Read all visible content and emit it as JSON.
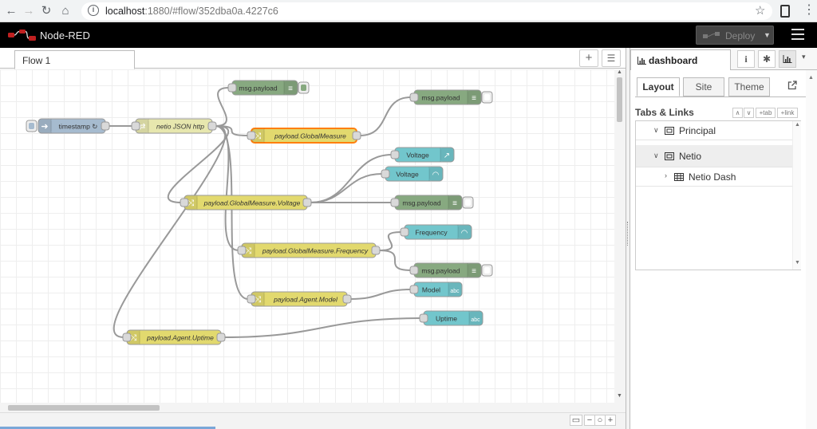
{
  "browser": {
    "url_host": "localhost",
    "url_rest": ":1880/#flow/352dba0a.4227c6"
  },
  "header": {
    "title": "Node-RED",
    "deploy_label": "Deploy"
  },
  "workspace": {
    "tab_label": "Flow 1"
  },
  "flow": {
    "nodes": [
      {
        "id": "ts",
        "label": "timestamp ↻",
        "type": "inject"
      },
      {
        "id": "http",
        "label": "netio JSON http",
        "type": "http request"
      },
      {
        "id": "dbg1",
        "label": "msg.payload",
        "type": "debug"
      },
      {
        "id": "cGM",
        "label": "payload.GlobalMeasure",
        "type": "change"
      },
      {
        "id": "dbg2",
        "label": "msg.payload",
        "type": "debug"
      },
      {
        "id": "vchart",
        "label": "Voltage",
        "type": "ui_chart"
      },
      {
        "id": "vgauge",
        "label": "Voltage",
        "type": "ui_gauge"
      },
      {
        "id": "cV",
        "label": "payload.GlobalMeasure.Voltage",
        "type": "change"
      },
      {
        "id": "dbg3",
        "label": "msg.payload",
        "type": "debug"
      },
      {
        "id": "fgauge",
        "label": "Frequency",
        "type": "ui_gauge"
      },
      {
        "id": "cF",
        "label": "payload.GlobalMeasure.Frequency",
        "type": "change"
      },
      {
        "id": "dbg4",
        "label": "msg.payload",
        "type": "debug"
      },
      {
        "id": "model",
        "label": "Model",
        "type": "ui_text"
      },
      {
        "id": "cM",
        "label": "payload.Agent.Model",
        "type": "change"
      },
      {
        "id": "uptime",
        "label": "Uptime",
        "type": "ui_text"
      },
      {
        "id": "cU",
        "label": "payload.Agent.Uptime",
        "type": "change"
      }
    ],
    "colors": {
      "inject": "#a6bbcf",
      "http": "#e7e7ae",
      "debug": "#87a980",
      "change": "#e2d96e",
      "dashboard": "#72c6cc",
      "wire": "#999999",
      "selected": "#ff7f0e"
    }
  },
  "sidebar": {
    "tab_label": "dashboard",
    "subtabs": [
      "Layout",
      "Site",
      "Theme"
    ],
    "section_title": "Tabs & Links",
    "tab_button": "+tab",
    "link_button": "+link",
    "tree": [
      {
        "label": "Principal",
        "kind": "tab"
      },
      {
        "label": "Netio",
        "kind": "tab"
      },
      {
        "label": "Netio Dash",
        "kind": "group"
      }
    ]
  }
}
